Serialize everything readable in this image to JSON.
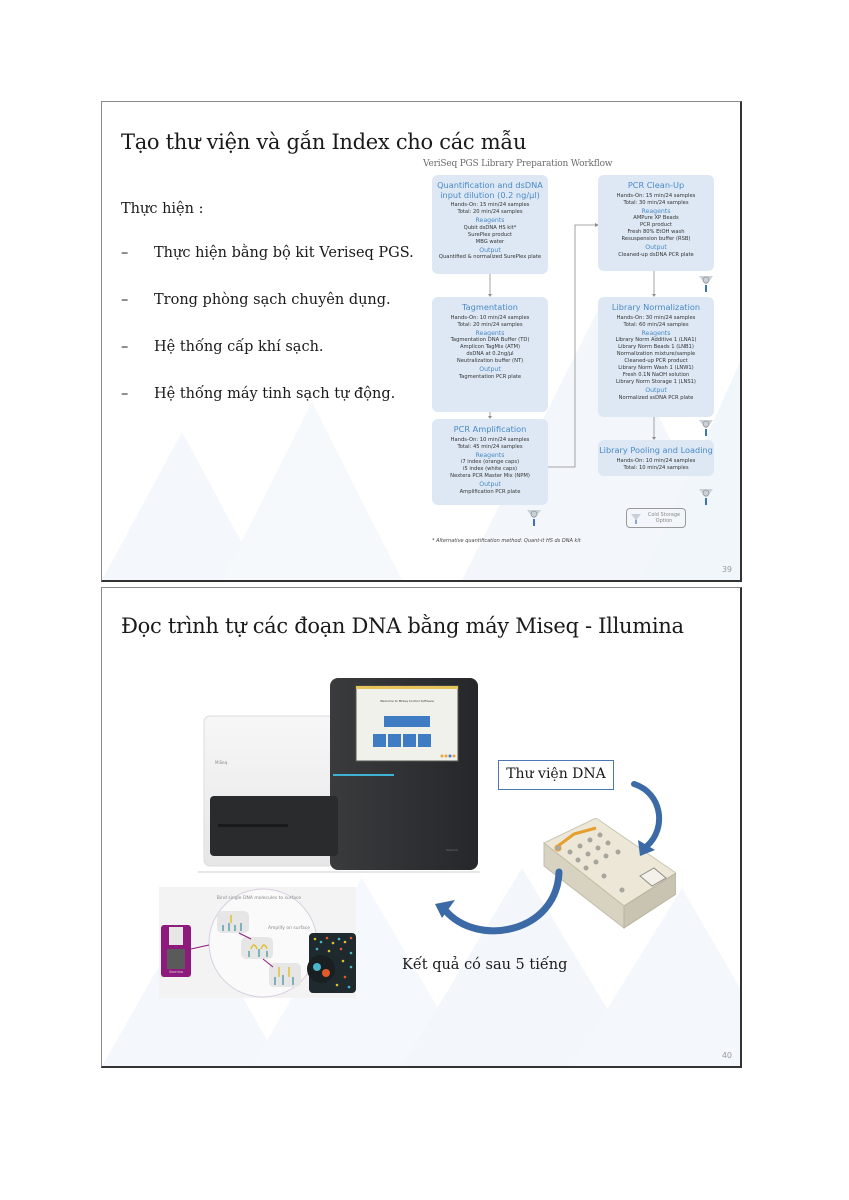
{
  "slides": [
    {
      "number": "39",
      "title": "Tạo thư viện và gắn Index cho các mẫu",
      "intro": "Thực hiện :",
      "bullets": [
        "Thực hiện bằng bộ kit Veriseq PGS.",
        "Trong phòng sạch chuyên dụng.",
        "Hệ thống cấp khí sạch.",
        "Hệ thống máy tinh sạch tự động."
      ],
      "bullet_marker": "–",
      "workflow": {
        "title": "VeriSeq PGS Library Preparation Workflow",
        "steps": [
          {
            "title": "Quantification and dsDNA input dilution (0.2 ng/µl)",
            "hands_on": "Hands-On: 15 min/24 samples",
            "total": "Total: 20 min/24 samples",
            "reagents_label": "Reagents",
            "reagents": [
              "Qubit dsDNA HS kit*",
              "SurePlex product",
              "MBG water"
            ],
            "output_label": "Output",
            "output": "Quantified & normalized SurePlex plate"
          },
          {
            "title": "Tagmentation",
            "hands_on": "Hands-On: 10 min/24 samples",
            "total": "Total: 20 min/24 samples",
            "reagents_label": "Reagents",
            "reagents": [
              "Tagmentation DNA Buffer (TD)",
              "Amplicon TagMix (ATM)",
              "dsDNA at 0.2ng/µl",
              "Neutralization buffer (NT)"
            ],
            "output_label": "Output",
            "output": "Tagmentation PCR plate"
          },
          {
            "title": "PCR Amplification",
            "hands_on": "Hands-On: 10 min/24 samples",
            "total": "Total: 45 min/24 samples",
            "reagents_label": "Reagents",
            "reagents": [
              "i7 index (orange caps)",
              "i5 index (white caps)",
              "Nextera PCR Master Mix (NPM)"
            ],
            "output_label": "Output",
            "output": "Amplification PCR plate"
          },
          {
            "title": "PCR Clean-Up",
            "hands_on": "Hands-On: 15 min/24 samples",
            "total": "Total: 30 min/24 samples",
            "reagents_label": "Reagents",
            "reagents": [
              "AMPure XP Beads",
              "PCR product",
              "Fresh 80% EtOH wash",
              "Resuspension buffer (RSB)"
            ],
            "output_label": "Output",
            "output": "Cleaned-up dsDNA PCR plate"
          },
          {
            "title": "Library Normalization",
            "hands_on": "Hands-On: 30 min/24 samples",
            "total": "Total: 60 min/24 samples",
            "reagents_label": "Reagents",
            "reagents": [
              "Library Norm Additive 1 (LNA1)",
              "Library Norm Beads 1 (LNB1)",
              "Normalization mixture/sample",
              "Cleaned-up PCR product",
              "Library Norm Wash 1 (LNW1)",
              "Fresh 0.1N NaOH solution",
              "Library Norm Storage 1 (LNS1)"
            ],
            "output_label": "Output",
            "output": "Normalized ssDNA PCR plate"
          },
          {
            "title": "Library Pooling and Loading",
            "hands_on": "Hands-On: 10 min/24 samples",
            "total": "Total: 10 min/24 samples"
          }
        ],
        "cold_storage": "Cold Storage Option",
        "footnote": "* Alternative quantification method: Quant-it HS ds DNA kit"
      }
    },
    {
      "number": "40",
      "title": "Đọc trình tự các đoạn DNA bằng máy Miseq - Illumina",
      "callout": "Thư viện DNA",
      "result": "Kết quả có sau 5 tiếng",
      "machine": {
        "brand": "MiSeq",
        "screen_title": "Welcome to MiSeq Control Software",
        "logo": "illumina"
      },
      "diagram": {
        "label_bind": "Bind single DNA molecules to surface",
        "label_amplify": "Amplify on surface",
        "device_label": "illumina"
      }
    }
  ],
  "colors": {
    "box_fill": "#dde8f4",
    "box_heading": "#4a8ac8",
    "callout_border": "#4a77b4",
    "arrow_blue": "#3b6aa6",
    "machine_dark": "#2c2d2f",
    "accent_cyan": "#3fb3d6"
  }
}
